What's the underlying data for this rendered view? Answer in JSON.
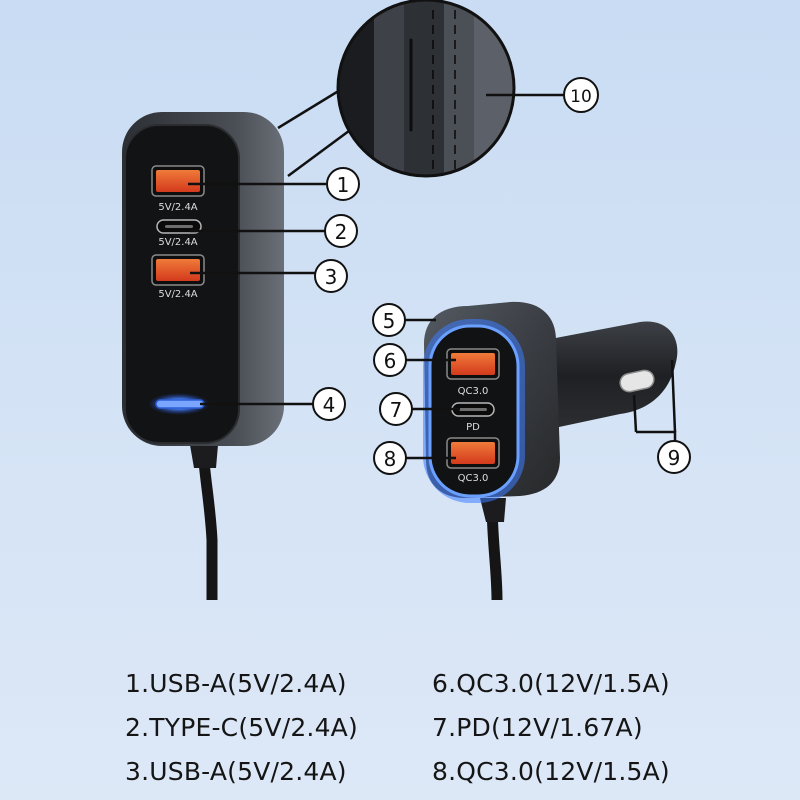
{
  "hub": {
    "port_labels": [
      "5V/2.4A",
      "5V/2.4A",
      "5V/2.4A"
    ]
  },
  "charger": {
    "port_labels": [
      "QC3.0",
      "PD",
      "QC3.0"
    ]
  },
  "callouts": [
    "1",
    "2",
    "3",
    "4",
    "5",
    "6",
    "7",
    "8",
    "9",
    "10"
  ],
  "legend": {
    "left": [
      "1.USB-A(5V/2.4A)",
      "2.TYPE-C(5V/2.4A)",
      "3.USB-A(5V/2.4A)"
    ],
    "right": [
      "6.QC3.0(12V/1.5A)",
      "7.PD(12V/1.67A)",
      "8.QC3.0(12V/1.5A)"
    ]
  },
  "colors": {
    "usb_port": "#e8502a",
    "glow": "#3d7bff",
    "body": "#3c3f45",
    "face": "#121314"
  }
}
